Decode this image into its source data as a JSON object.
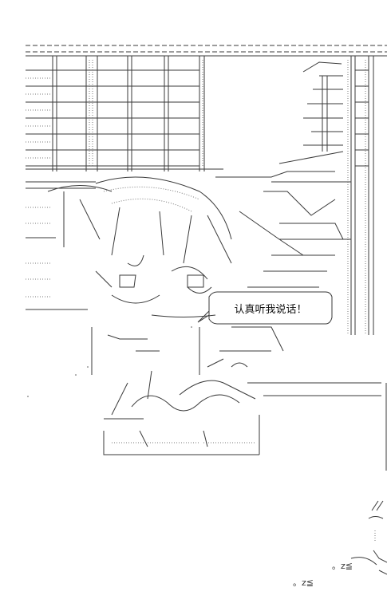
{
  "scene": {
    "speech_bubble": {
      "text": "认真听我说话！"
    },
    "sound_effects": [
      {
        "text": "。z≦"
      },
      {
        "text": "。z≦"
      }
    ]
  },
  "colors": {
    "background": "#ffffff",
    "ink": "#222222"
  }
}
